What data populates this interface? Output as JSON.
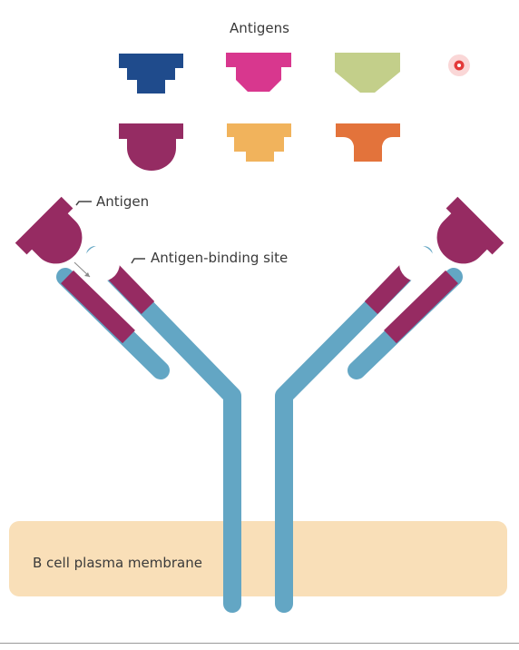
{
  "title": "Antigens",
  "labels": {
    "antigen": "Antigen",
    "binding_site": "Antigen-binding site",
    "membrane": "B cell plasma membrane"
  },
  "antigens": [
    {
      "name": "antigen-navy",
      "color": "#1f4b8c"
    },
    {
      "name": "antigen-magenta",
      "color": "#d8378e"
    },
    {
      "name": "antigen-green",
      "color": "#c3cf8a"
    },
    {
      "name": "antigen-plum",
      "color": "#952c63"
    },
    {
      "name": "antigen-yellow",
      "color": "#f1b35c"
    },
    {
      "name": "antigen-orange",
      "color": "#e3733b"
    }
  ],
  "colors": {
    "antibody_heavy": "#63a6c4",
    "antibody_variable": "#962b62",
    "membrane": "#f9dfb8",
    "pointer_dot": "#e33a3a"
  }
}
